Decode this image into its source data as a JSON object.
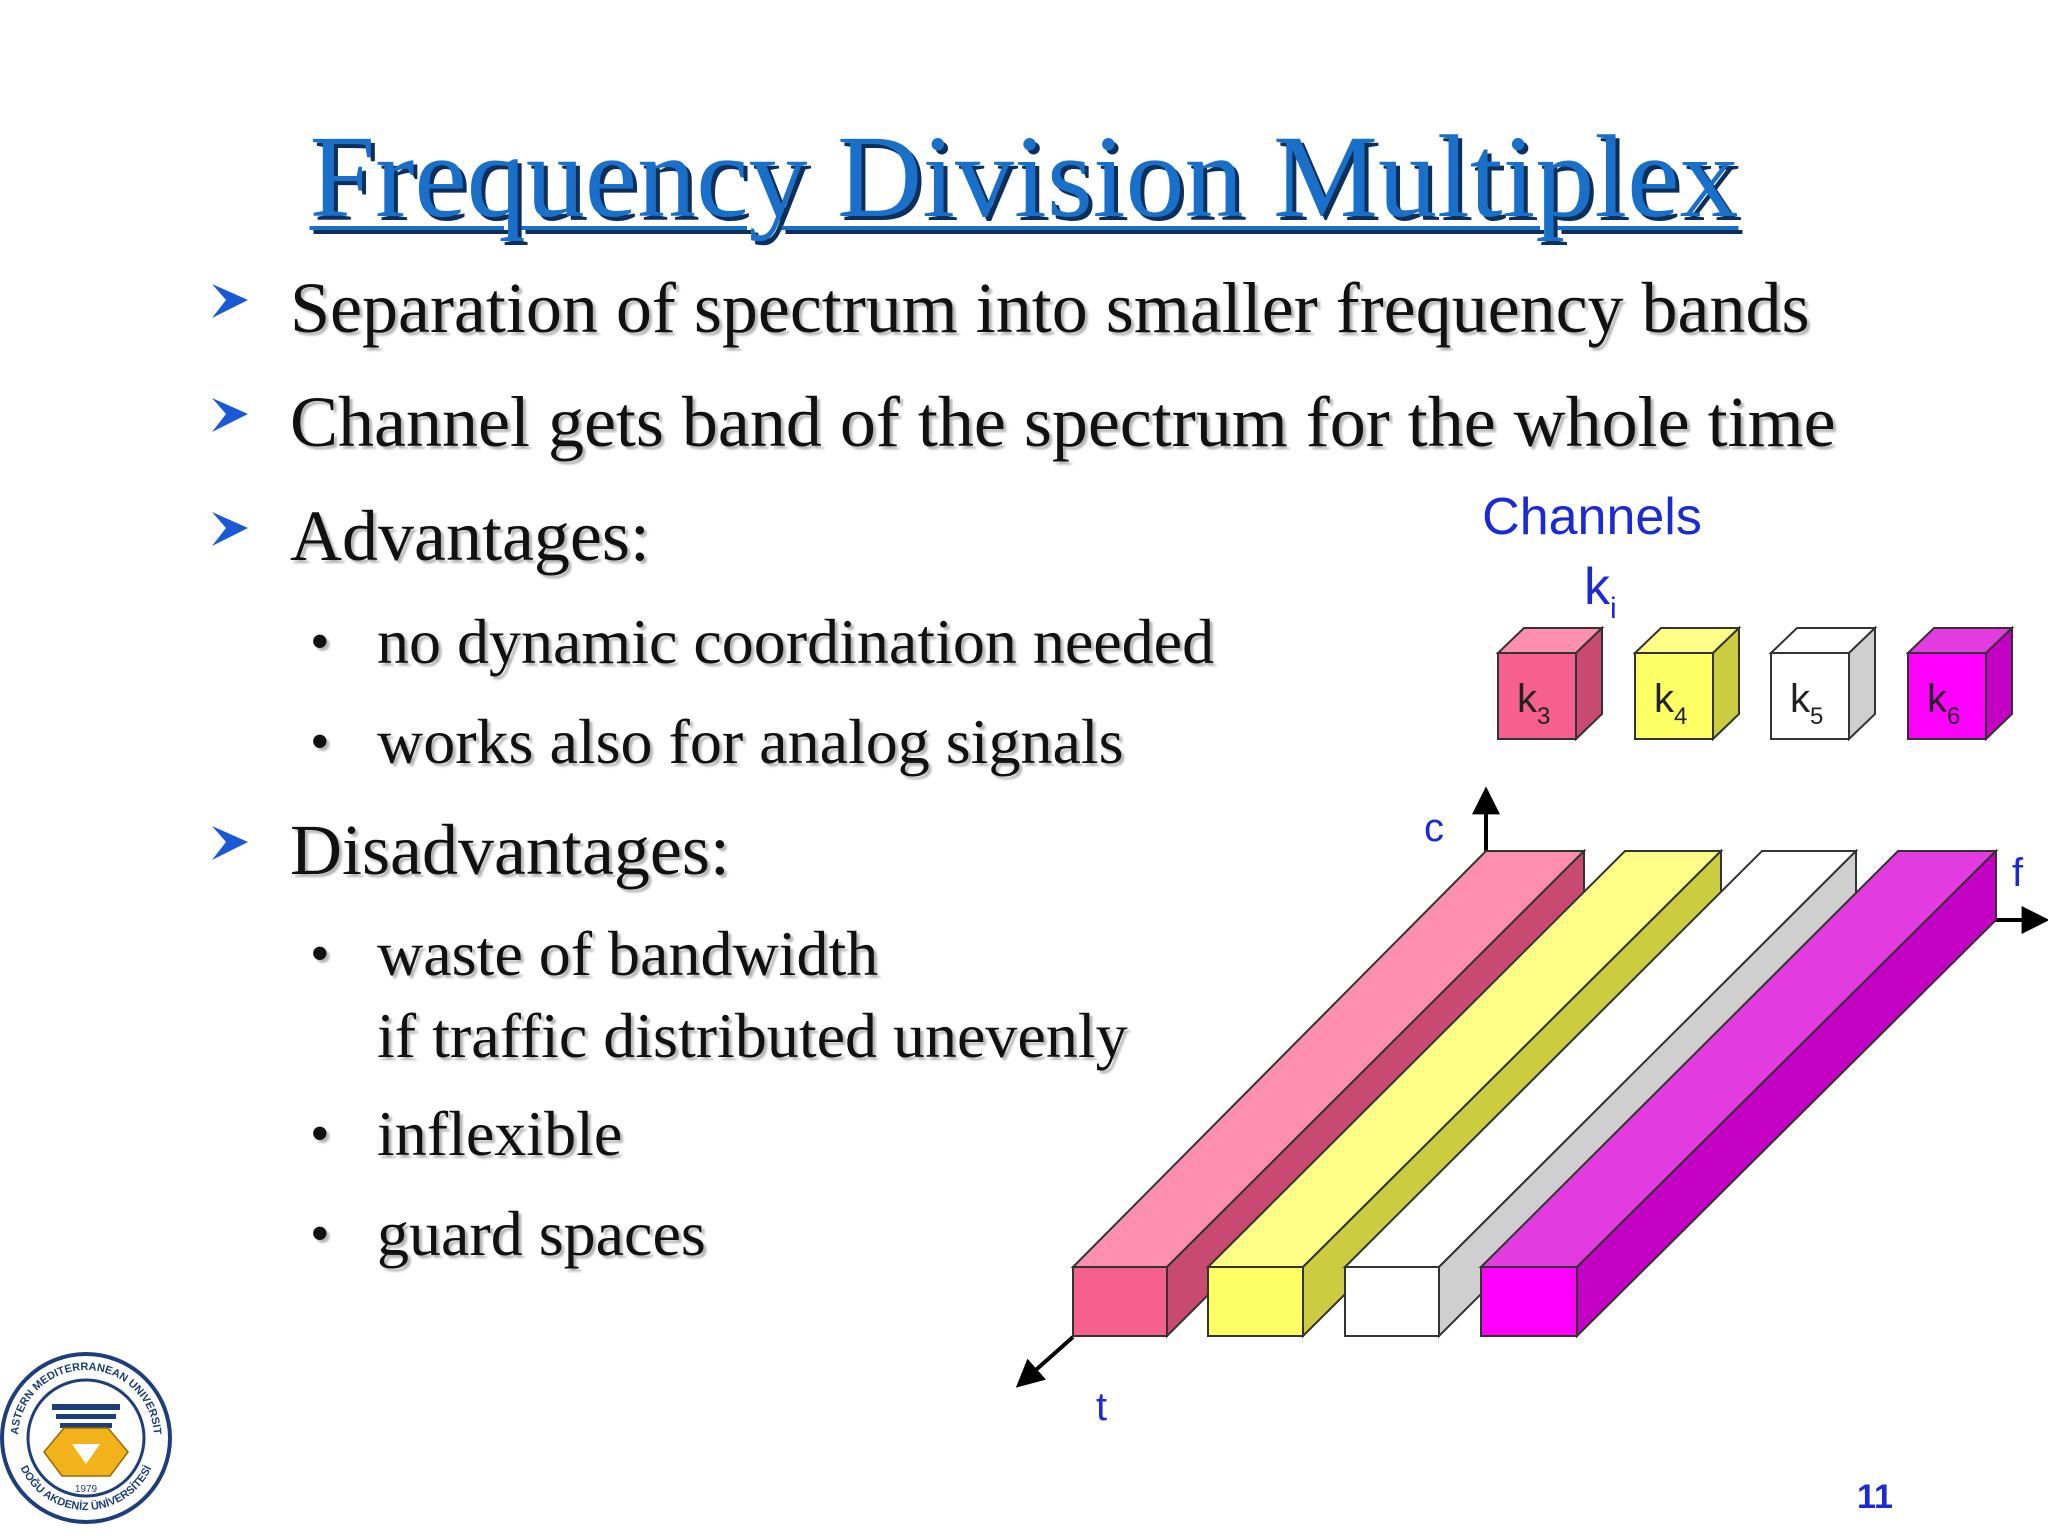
{
  "slide": {
    "title": "Frequency Division Multiplex",
    "page_number": "11",
    "colors": {
      "title": "#1a6fc9",
      "label_blue": "#1b2bd1",
      "bullet_arrow": "#1b58d6"
    }
  },
  "bullets": [
    {
      "text": "Separation of spectrum into smaller frequency bands"
    },
    {
      "text": "Channel gets band of the spectrum for the whole time"
    },
    {
      "text": "Advantages:",
      "sub": [
        "no dynamic coordination needed",
        "works also for analog signals"
      ]
    },
    {
      "text": "Disadvantages:",
      "sub": [
        "waste of bandwidth",
        "if traffic distributed unevenly",
        "inflexible",
        "guard spaces"
      ]
    }
  ],
  "diagram": {
    "channels_label": "Channels",
    "ki_base": "k",
    "ki_sub": "i",
    "channels": [
      {
        "base": "k",
        "sub": "3",
        "front": "#f5608f",
        "top": "#ff8fb1",
        "side": "#c84a73"
      },
      {
        "base": "k",
        "sub": "4",
        "front": "#ffff66",
        "top": "#ffff88",
        "side": "#cccc40"
      },
      {
        "base": "k",
        "sub": "5",
        "front": "#ffffff",
        "top": "#ffffff",
        "side": "#cfcfcf"
      },
      {
        "base": "k",
        "sub": "6",
        "front": "#ff00ff",
        "top": "#e23be0",
        "side": "#c400c4"
      }
    ],
    "axis_c": "c",
    "axis_f": "f",
    "axis_t": "t"
  },
  "logo": {
    "university_name": "EASTERN MEDITERRANEAN UNIVERSITY",
    "local_name": "DOĞU AKDENİZ ÜNİVERSİTESİ",
    "year": "1979"
  }
}
